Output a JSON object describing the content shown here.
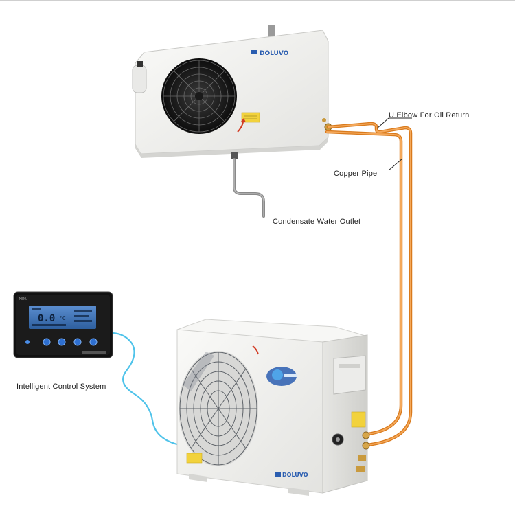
{
  "callouts": {
    "u_elbow": "U Elbow For Oil Return",
    "copper_pipe": "Copper Pipe",
    "condensate": "Condensate Water Outlet",
    "control_system": "Intelligent Control System"
  },
  "indoor_unit": {
    "brand": "DOLUVO"
  },
  "outdoor_unit": {
    "brand": "DOLUVO"
  },
  "controller": {
    "corner_label": "MENU",
    "display_value": "0.0",
    "display_unit": "°C"
  },
  "colors": {
    "copper": "#f0983c",
    "copper_dark": "#d97a1c",
    "signal_cable": "#4fc3ea",
    "drain_pipe": "#8a8a8a",
    "unit_body": "#f1f1ef",
    "lcd": "#3a6fb0",
    "button_glow": "#4a8de6",
    "brand_blue": "#2a5db0"
  },
  "icons": [
    "fan-grille-icon",
    "snowflake-icon",
    "warning-label-icon",
    "valve-icon"
  ]
}
